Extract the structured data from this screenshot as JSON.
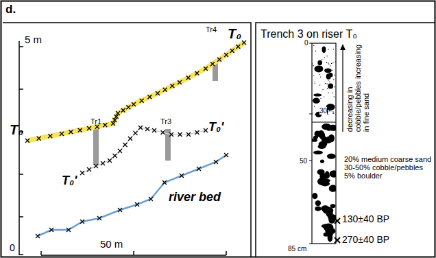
{
  "diagram": {
    "labels": [
      "d.",
      "5 m",
      "0",
      "50 m",
      "T₀",
      "Tr4",
      "T₀",
      "Tr1",
      "Tr3",
      "T₀'",
      "T₀'",
      "river bed",
      "Trench 3 on riser T₀",
      "0",
      "30",
      "50",
      "85 cm",
      "decreasing in cobble/pebbles increasing in fine sand",
      "20% medium coarse sand 30-50% cobble/pebbles 5% boulder",
      "130±40 BP",
      "270±40 BP"
    ]
  }
}
